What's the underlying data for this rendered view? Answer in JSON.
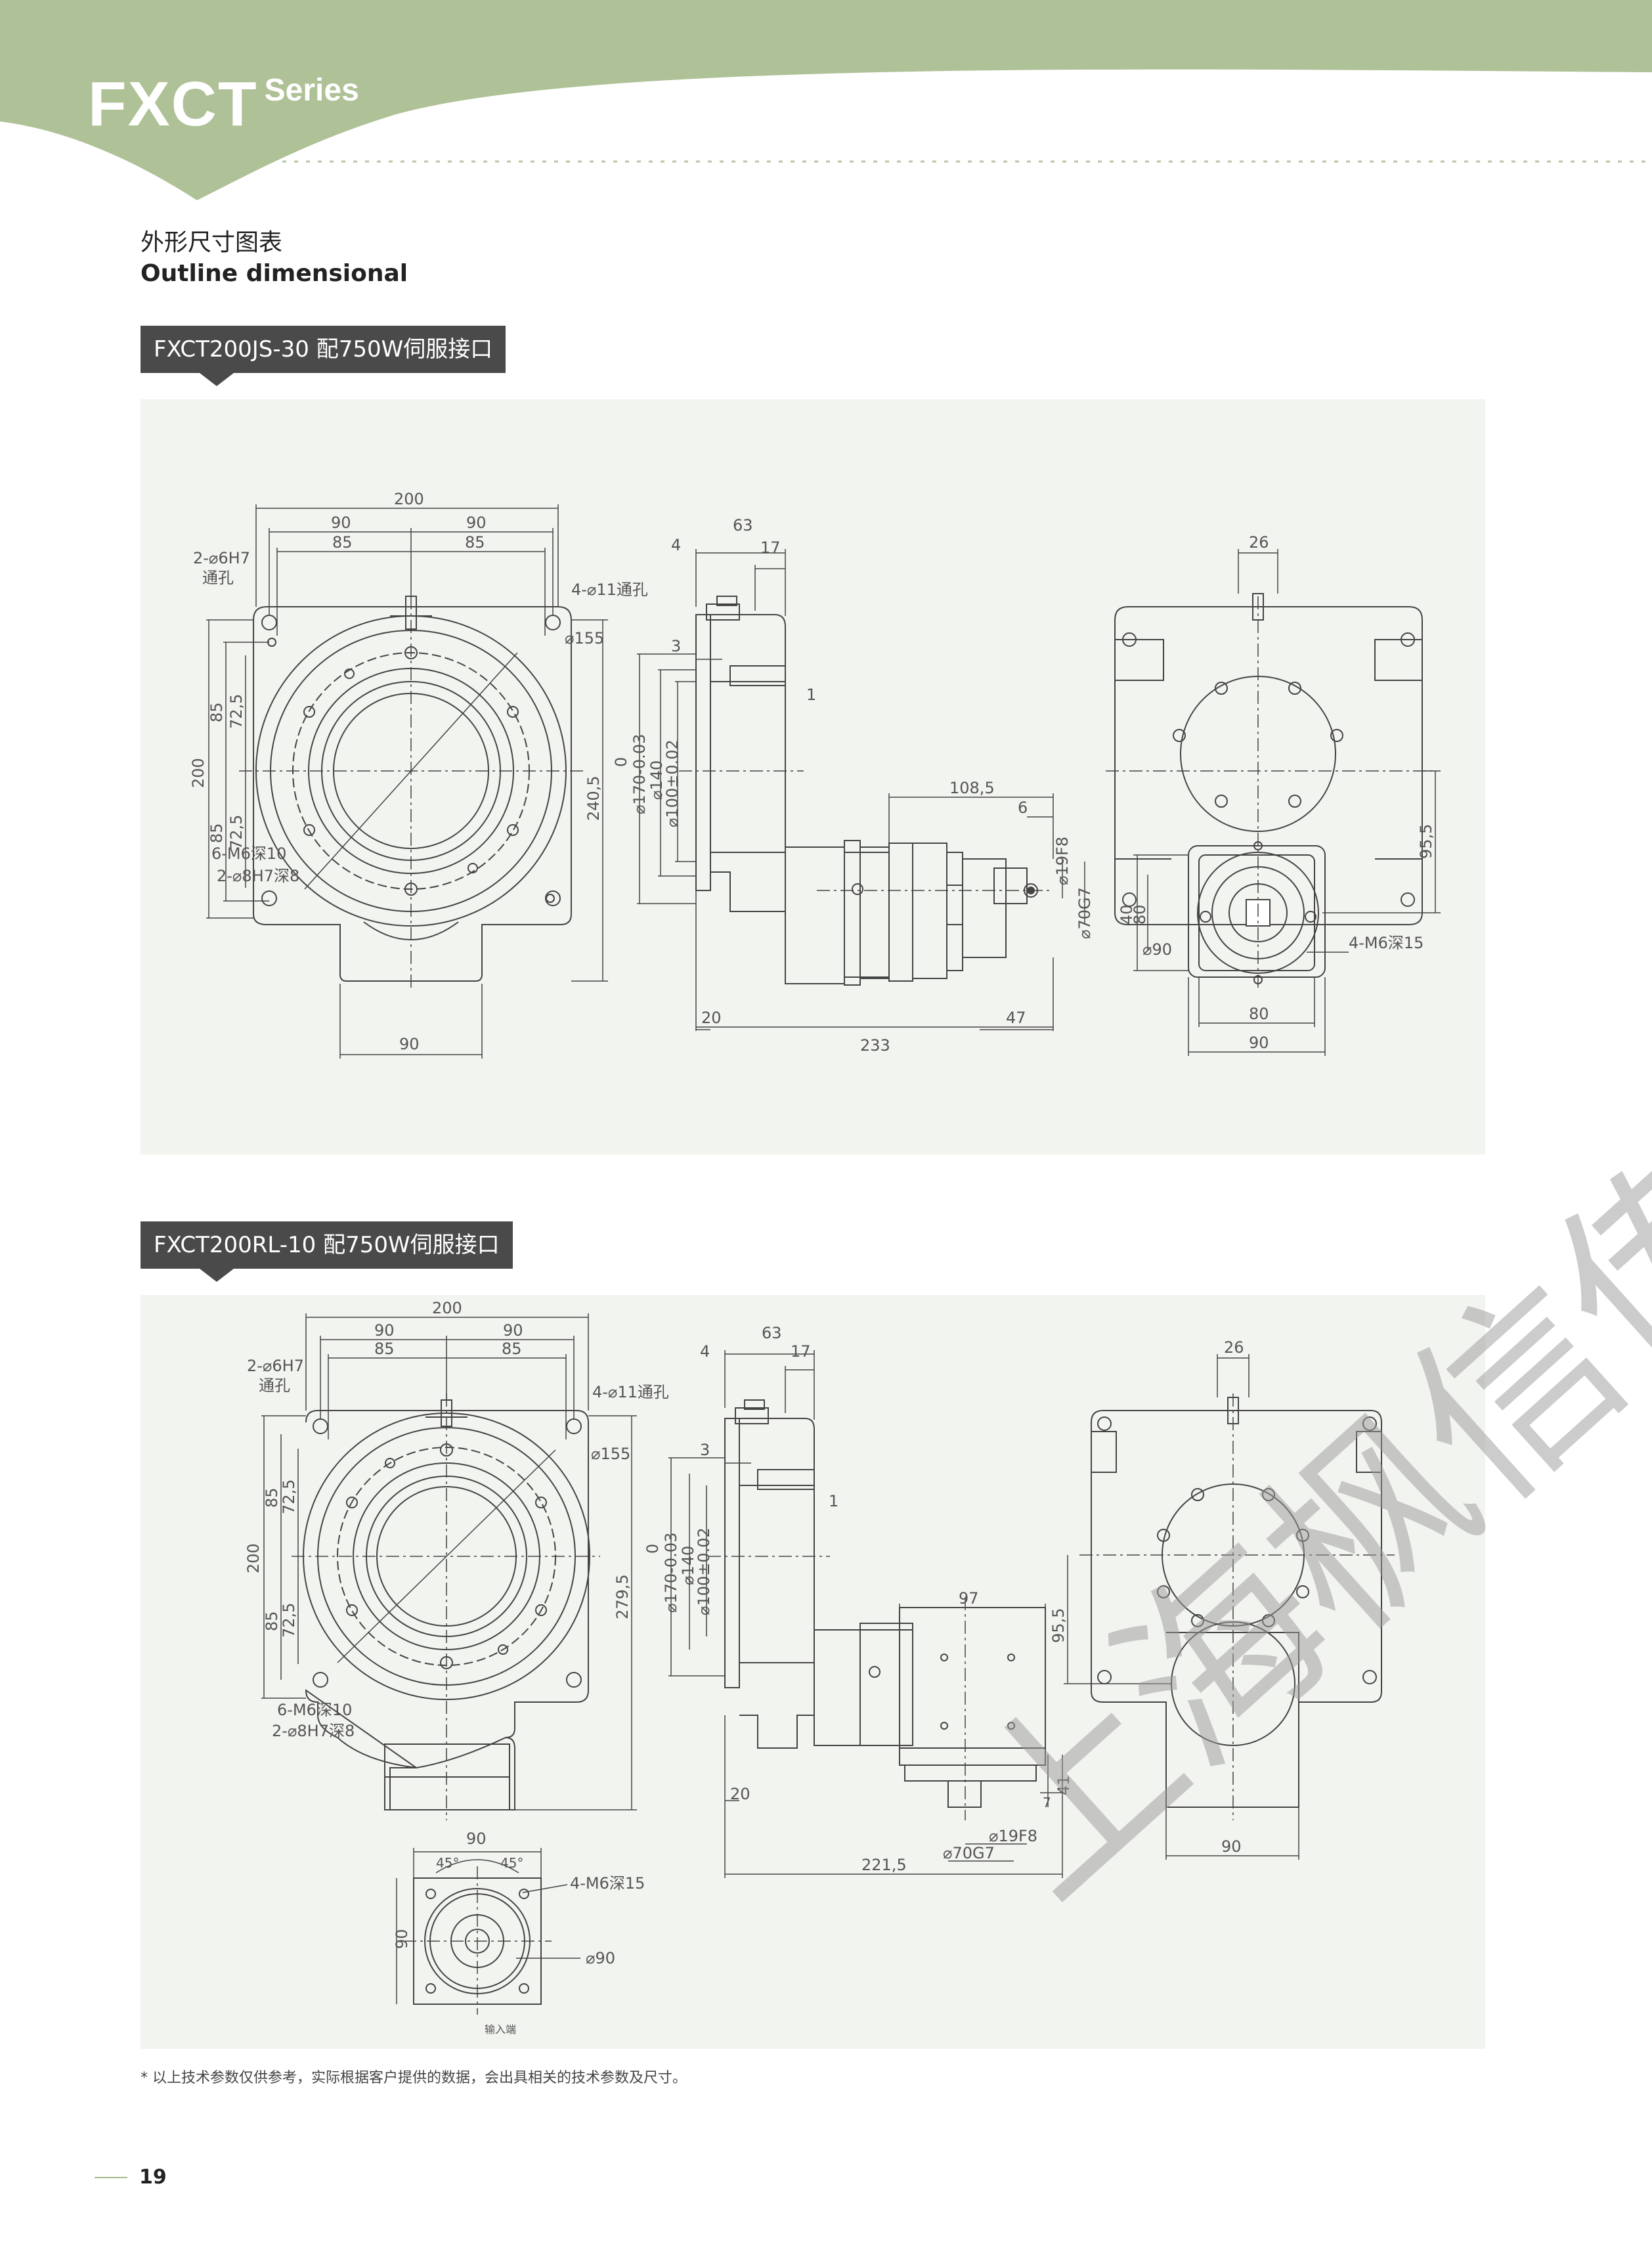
{
  "header": {
    "series_main": "FXCT",
    "series_sub": "Series",
    "band_color": "#afc197"
  },
  "section": {
    "title_cn": "外形尺寸图表",
    "title_en": "Outline dimensional"
  },
  "models": [
    {
      "label": "FXCT200JS-30 配750W伺服接口",
      "front": {
        "w200": "200",
        "w90a": "90",
        "w90b": "90",
        "w85a": "85",
        "w85b": "85",
        "holes_a": "2-⌀6H7",
        "holes_a2": "通孔",
        "holes_b": "4-⌀11通孔",
        "d155": "⌀155",
        "h200": "200",
        "h85a": "85",
        "h72a": "72,5",
        "h85b": "85",
        "h72b": "72,5",
        "m6": "6-M6深10",
        "pin": "2-⌀8H7深8",
        "bottom90": "90",
        "h240": "240,5"
      },
      "side": {
        "w63": "63",
        "w4": "4",
        "w17": "17",
        "w3": "3",
        "w1": "1",
        "zero": "0",
        "d170": "⌀170-0.03",
        "d140": "⌀140",
        "d100": "⌀100±0.02",
        "w108": "108,5",
        "w6": "6",
        "d19": "⌀19F8",
        "d70": "⌀70G7",
        "w20": "20",
        "w47": "47",
        "w233": "233"
      },
      "rear": {
        "w26": "26",
        "h95": "95,5",
        "h40": "40",
        "h80": "80",
        "d90": "⌀90",
        "m6": "4-M6深15",
        "w80": "80",
        "w90": "90"
      }
    },
    {
      "label": "FXCT200RL-10 配750W伺服接口",
      "front": {
        "w200": "200",
        "w90a": "90",
        "w90b": "90",
        "w85a": "85",
        "w85b": "85",
        "holes_a": "2-⌀6H7",
        "holes_a2": "通孔",
        "holes_b": "4-⌀11通孔",
        "d155": "⌀155",
        "h200": "200",
        "h85a": "85",
        "h72a": "72,5",
        "h85b": "85",
        "h72b": "72,5",
        "m6": "6-M6深10",
        "pin": "2-⌀8H7深8",
        "h279": "279,5"
      },
      "side": {
        "w63": "63",
        "w4": "4",
        "w17": "17",
        "w3": "3",
        "w1": "1",
        "zero": "0",
        "d170": "⌀170-0.03",
        "d140": "⌀140",
        "d100": "⌀100±0.02",
        "w97": "97",
        "w20": "20",
        "h41": "41",
        "w7": "7",
        "d19": "⌀19F8",
        "d70": "⌀70G7",
        "w221": "221,5"
      },
      "rear": {
        "w26": "26",
        "h95": "95,5",
        "w90": "90"
      },
      "input": {
        "w90": "90",
        "a45a": "45°",
        "a45b": "45°",
        "m6": "4-M6深15",
        "h90": "90",
        "d90": "⌀90",
        "caption": "输入端"
      }
    }
  ],
  "footnote": "* 以上技术参数仅供参考，实际根据客户提供的数据，会出具相关的技术参数及尺寸。",
  "page_number": "19",
  "watermark": "上海枫信传动"
}
